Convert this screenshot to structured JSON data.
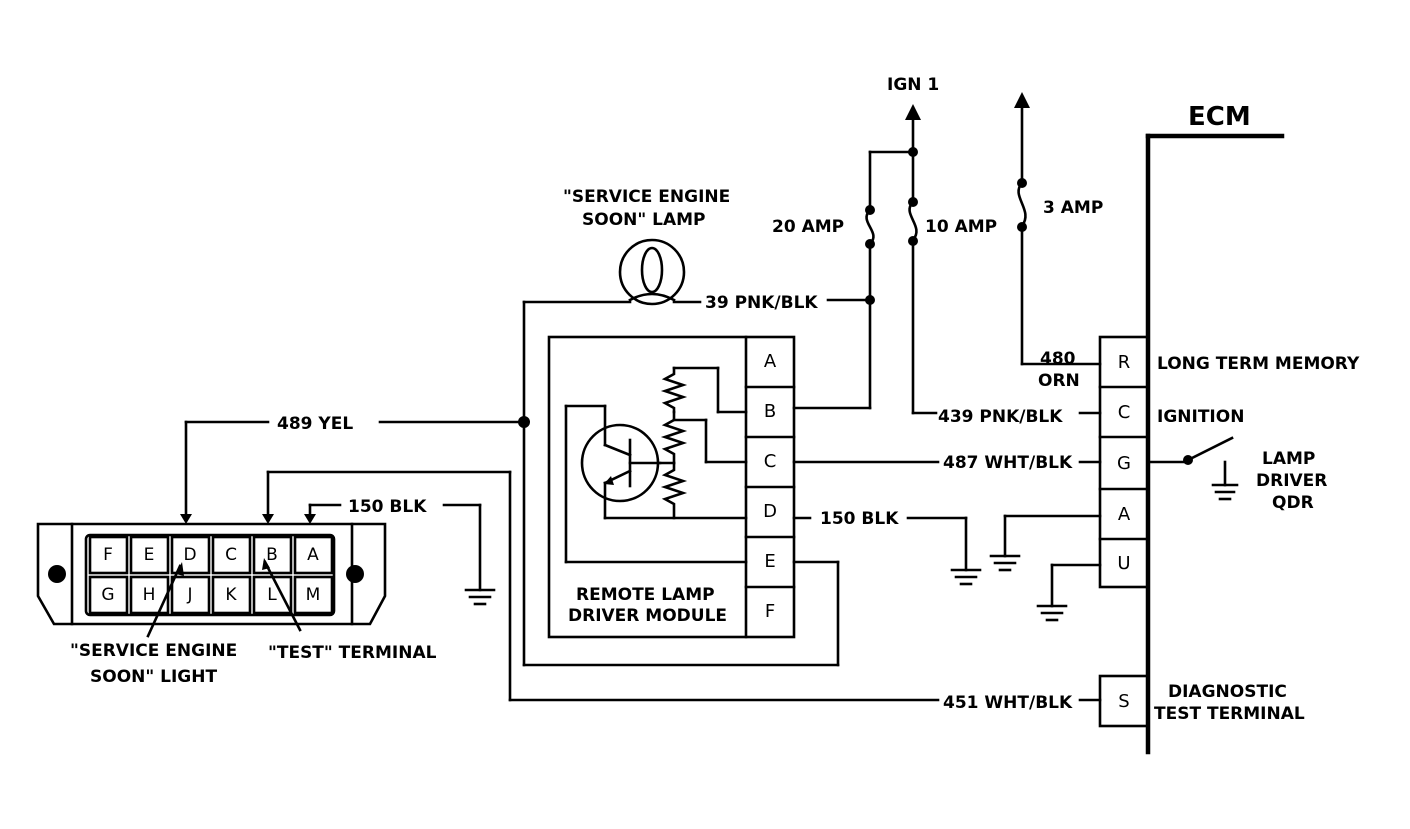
{
  "labels": {
    "ecm": "ECM",
    "ign": "IGN 1",
    "fuse_20": "20 AMP",
    "fuse_10": "10 AMP",
    "fuse_3": "3 AMP",
    "lamp_line1": "\"SERVICE ENGINE",
    "lamp_line2": "SOON\" LAMP",
    "wire_39": "39 PNK/BLK",
    "wire_489": "489 YEL",
    "wire_150_top": "150 BLK",
    "wire_150_mod": "150 BLK",
    "wire_480_num": "480",
    "wire_480_color": "ORN",
    "wire_439": "439 PNK/BLK",
    "wire_487": "487 WHT/BLK",
    "wire_451": "451 WHT/BLK",
    "module_line1": "REMOTE LAMP",
    "module_line2": "DRIVER MODULE",
    "ecm_long_term": "LONG TERM MEMORY",
    "ecm_ignition": "IGNITION",
    "lamp_driver_1": "LAMP",
    "lamp_driver_2": "DRIVER",
    "lamp_driver_3": "QDR",
    "diag_1": "DIAGNOSTIC",
    "diag_2": "TEST TERMINAL",
    "ses_light_1": "\"SERVICE ENGINE",
    "ses_light_2": "SOON\" LIGHT",
    "test_terminal": "\"TEST\" TERMINAL"
  },
  "module_pins": [
    "A",
    "B",
    "C",
    "D",
    "E",
    "F"
  ],
  "ecm_pins": [
    "R",
    "C",
    "G",
    "A",
    "U",
    "S"
  ],
  "dlc_top_row": [
    "F",
    "E",
    "D",
    "C",
    "B",
    "A"
  ],
  "dlc_bottom_row": [
    "G",
    "H",
    "J",
    "K",
    "L",
    "M"
  ]
}
